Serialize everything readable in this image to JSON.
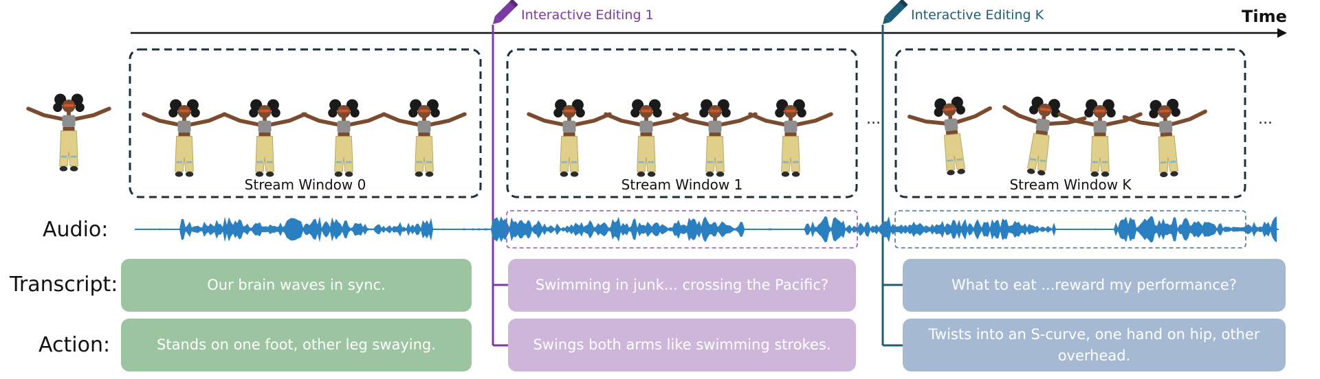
{
  "time_label": "Time",
  "rows": {
    "audio": "Audio:",
    "transcript": "Transcript:",
    "action": "Action:"
  },
  "edits": [
    {
      "label": "Interactive Editing 1",
      "color": "#7b3aa3"
    },
    {
      "label": "Interactive Editing K",
      "color": "#1f5b77"
    }
  ],
  "windows": [
    {
      "label": "Stream Window 0"
    },
    {
      "label": "Stream Window 1"
    },
    {
      "label": "Stream Window K"
    }
  ],
  "ellipsis": "...",
  "transcripts": [
    "Our brain waves in sync.",
    "Swimming in junk... crossing the Pacific?",
    "What to eat ...reward my performance?"
  ],
  "actions": [
    "Stands on one foot, other leg swaying.",
    "Swings both arms like swimming strokes.",
    "Twists into an S-curve, one hand on hip, other overhead."
  ],
  "colors": {
    "window_border": "#1e2f3c",
    "audio_wave": "#2a7fc0",
    "green_box": "#9cc4a1",
    "purple_box": "#cdb6d9",
    "blue_box": "#a6b9d3"
  }
}
